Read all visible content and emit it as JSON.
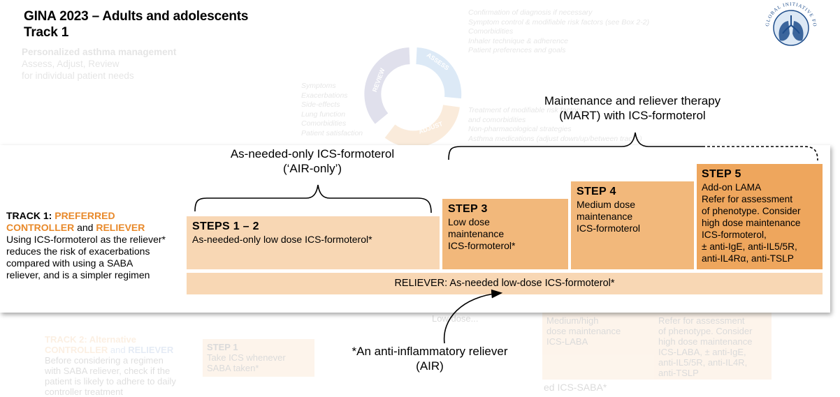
{
  "header": {
    "title_line1": "GINA 2023 – Adults and adolescents",
    "title_line2": "Track 1"
  },
  "logo": {
    "ring_text": "GLOBAL INITIATIVE FOR ASTHMA",
    "icon": "lungs-globe-logo"
  },
  "background_cycle": {
    "heading": "Personalized asthma management",
    "sub1": "Assess, Adjust, Review",
    "sub2": "for individual patient needs",
    "assess_items": [
      "Confirmation of diagnosis if necessary",
      "Symptom control & modifiable risk factors (see Box 2-2)",
      "Comorbidities",
      "Inhaler technique & adherence",
      "Patient preferences and goals"
    ],
    "review_items": [
      "Symptoms",
      "Exacerbations",
      "Side-effects",
      "Lung function",
      "Comorbidities",
      "Patient satisfaction"
    ],
    "adjust_items": [
      "Treatment of modifiable risk factors",
      "and comorbidities",
      "Non-pharmacological strategies",
      "Asthma medications (adjust down/up/between tracks)"
    ],
    "arrow_labels": [
      "REVIEW",
      "ASSESS",
      "ADJUST"
    ]
  },
  "labels": {
    "air_only_1": "As-needed-only ICS-formoterol",
    "air_only_2": "(‘AIR-only’)",
    "mart_1": "Maintenance and reliever therapy",
    "mart_2": "(MART) with ICS-formoterol",
    "anti_1": "*An anti-inflammatory reliever",
    "anti_2": "(AIR)"
  },
  "track1": {
    "prefix": "TRACK 1: ",
    "preferred": "PREFERRED",
    "controller": "CONTROLLER",
    "and": " and ",
    "reliever_word": "RELIEVER",
    "desc": [
      "Using ICS-formoterol as the reliever*",
      "reduces the risk of exacerbations",
      "compared with using a SABA",
      "reliever, and is a simpler regimen"
    ]
  },
  "steps": {
    "s12": {
      "head": "STEPS 1 – 2",
      "body": "As-needed-only low dose ICS-formoterol*"
    },
    "s3": {
      "head": "STEP 3",
      "body": [
        "Low dose",
        "maintenance",
        "ICS-formoterol*"
      ]
    },
    "s4": {
      "head": "STEP 4",
      "body": [
        "Medium dose",
        "maintenance",
        "ICS-formoterol"
      ]
    },
    "s5": {
      "head": "STEP 5",
      "body": [
        "Add-on LAMA",
        "Refer for assessment",
        "of phenotype. Consider",
        "high dose maintenance",
        "ICS-formoterol,",
        "± anti-IgE, anti-IL5/5R,",
        "anti-IL4Rα, anti-TSLP"
      ]
    }
  },
  "reliever_bar": "RELIEVER: As-needed low-dose ICS-formoterol*",
  "track2_faded": {
    "line1": "TRACK 2: Alternative",
    "controller": "CONTROLLER",
    "and": " and ",
    "reliever": "RELIEVER",
    "desc": [
      "Before considering a regimen",
      "with SABA reliever, check if the",
      "patient is likely to adhere to daily",
      "controller treatment"
    ],
    "step1_head": "STEP 1",
    "step1_body": [
      "Take ICS whenever",
      "SABA taken*"
    ],
    "step2_partial": "Low dose...",
    "step4_partial": [
      "Medium/high",
      "dose maintenance",
      "ICS-LABA"
    ],
    "step5_partial": [
      "Refer for assessment",
      "of phenotype. Consider",
      "high dose maintenance",
      "ICS-LABA, ± anti-IgE,",
      "anti-IL5/5R, anti-IL4R,",
      "anti-TSLP"
    ],
    "reliever_partial": "ed ICS-SABA*"
  },
  "colors": {
    "light_orange": "#f8d7b4",
    "mid_orange": "#f2b87b",
    "dark_orange": "#eea65d",
    "accent_orange": "#e8892a",
    "logo_blue": "#1f4e8c"
  }
}
